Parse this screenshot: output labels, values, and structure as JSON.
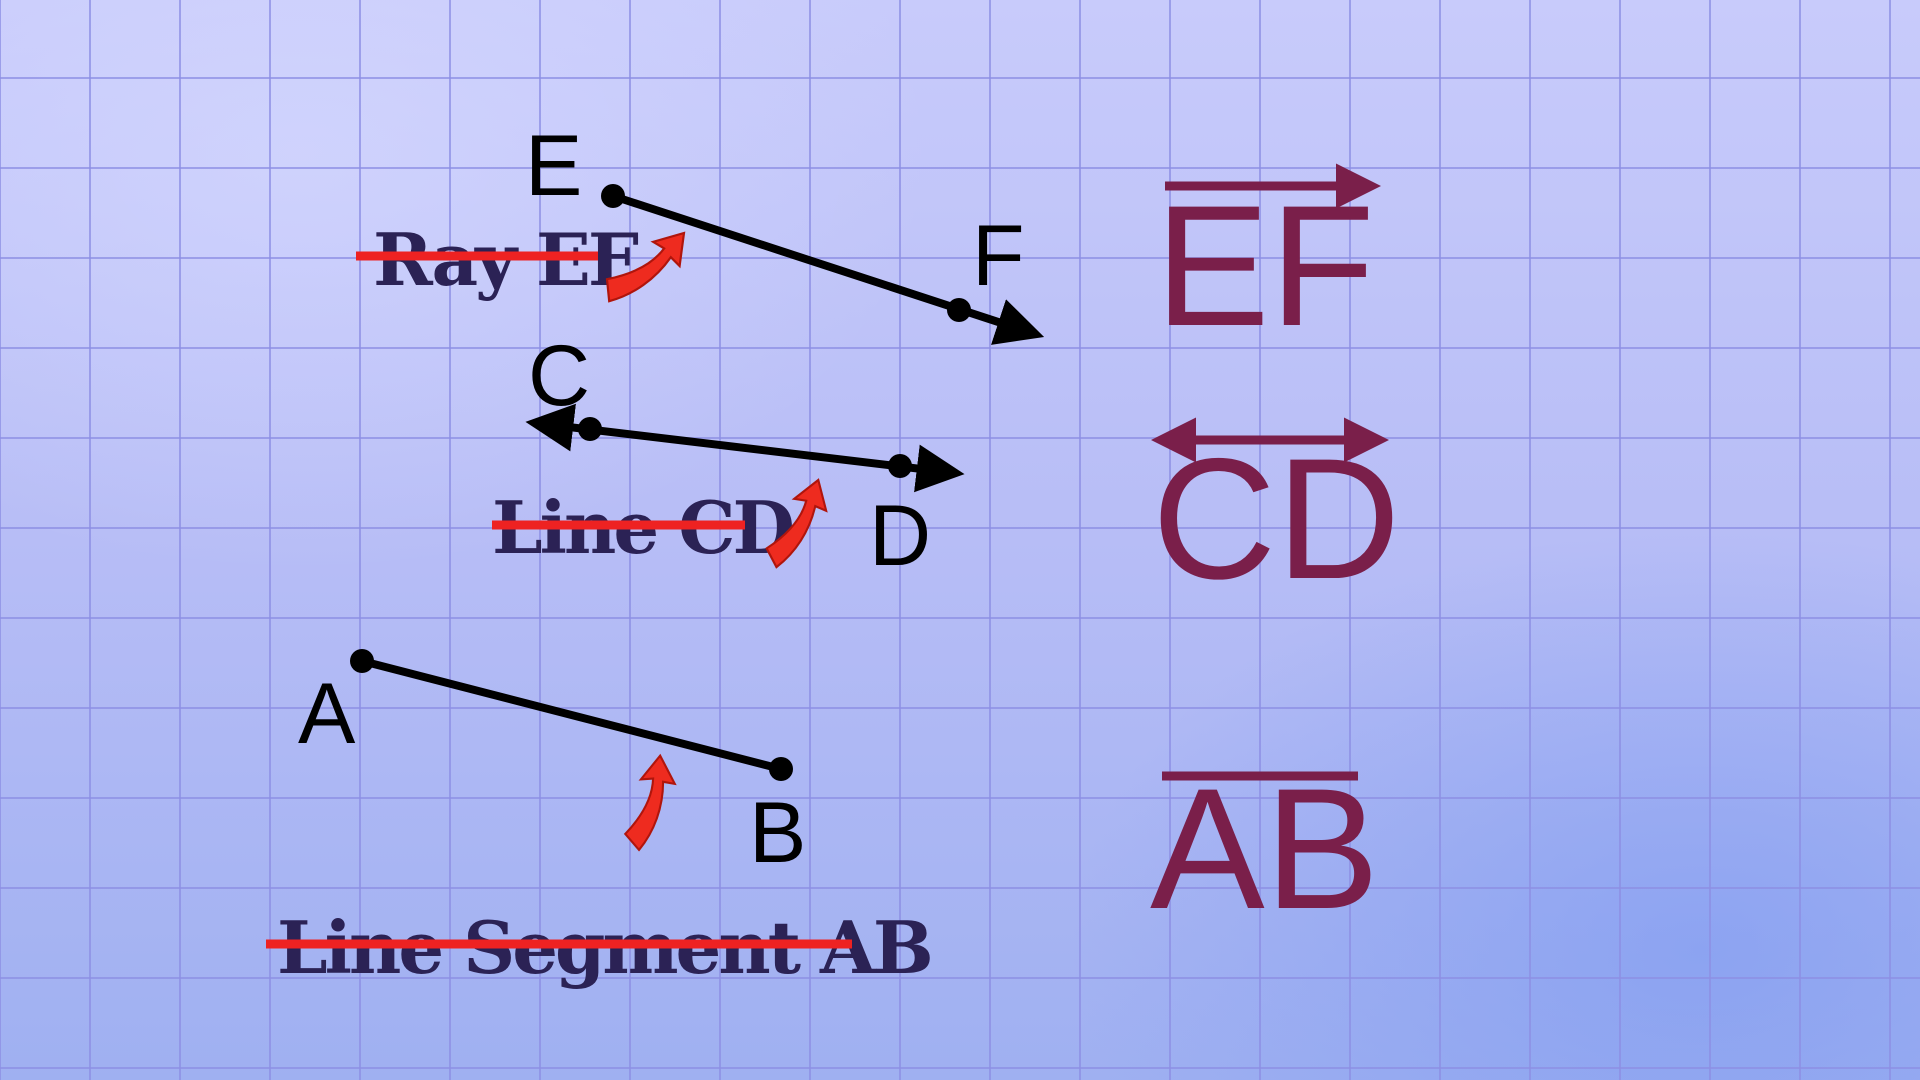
{
  "figures": [
    {
      "kind": "ray",
      "name": "Ray EF",
      "point_labels": [
        "E",
        "F"
      ],
      "notation": "EF",
      "notation_mark": "ray-arrow"
    },
    {
      "kind": "line",
      "name": "Line CD",
      "point_labels": [
        "C",
        "D"
      ],
      "notation": "CD",
      "notation_mark": "double-arrow"
    },
    {
      "kind": "segment",
      "name": "Line Segment AB",
      "point_labels": [
        "A",
        "B"
      ],
      "notation": "AB",
      "notation_mark": "bar"
    }
  ],
  "colors": {
    "background": "#b9bff7",
    "grid_line": "#8d8fe4",
    "figure_stroke": "#000000",
    "notation": "#7a1f4a",
    "struck_text": "#2b2255",
    "strike_line": "#ee2222",
    "pointer_arrow": "#ee2b1f"
  },
  "icons": [
    "pointer-arrow-icon"
  ]
}
